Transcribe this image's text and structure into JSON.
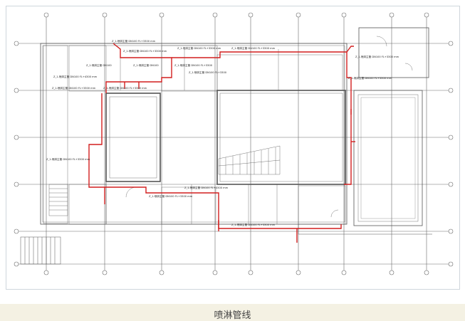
{
  "caption": "喷淋管线",
  "colors": {
    "pipe": "#d21f1f",
    "wall": "#555555",
    "grid": "#6b6b6b",
    "caption_bg": "#f4f1e3"
  },
  "grid": {
    "columns": [
      "",
      "",
      "",
      "",
      "",
      "",
      "",
      "",
      "",
      ""
    ],
    "rows": [
      "",
      "",
      "",
      "",
      "",
      ""
    ]
  },
  "pipe_labels": [
    "Z_1-喷淋主管 DN100 FL+3300 mm",
    "Z_1-喷淋主管 DN100 FL+3300 mm",
    "Z_1-喷淋主管 DN100 FL+3300 mm",
    "Z_1-喷淋主管 DN100 FL+3300 mm",
    "Z_1-喷淋主管 DN100",
    "Z_1-喷淋主管 DN100",
    "Z_1-喷淋主管 DN100 FL+3300",
    "Z_1-喷淋主管 DN100 FL+3300",
    "Z_1-喷淋主管 DN100 FL+4300 mm",
    "Z_1-喷淋主管 DN100 FL+3300 mm",
    "Z_1-喷淋主管 DN100 FL+3300 mm",
    "Z_1-喷淋主管 DN100 FL+3300 mm",
    "Z_1-喷淋主管 DN100 FL+3300 mm",
    "Z_1-喷淋主管 DN100 FL+3300 mm",
    "Z_1-喷淋主管 DN100 FL+3300 mm",
    "Z_1-喷淋主管 DN100 FL+3300 mm",
    "Z_1-喷淋主管 DN100 FL+3300 mm"
  ]
}
